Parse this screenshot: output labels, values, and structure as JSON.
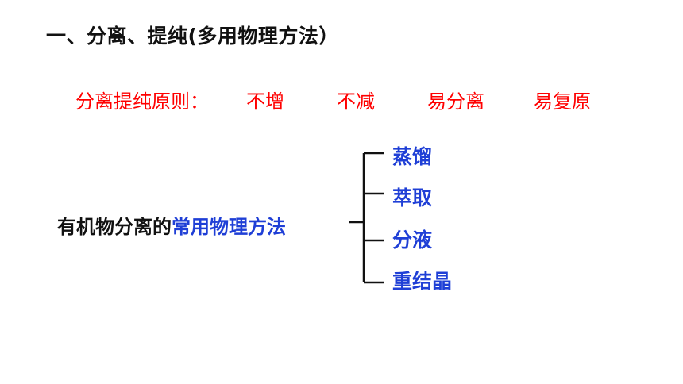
{
  "slide": {
    "title": "一、分离、提纯(多用物理方法）",
    "principles": {
      "label": "分离提纯原则：",
      "items": [
        "不增",
        "不减",
        "易分离",
        "易复原"
      ]
    },
    "center": {
      "lead": "有机物分离的",
      "accent": "常用物理方法"
    },
    "methods": [
      "蒸馏",
      "萃取",
      "分液",
      "重结晶"
    ]
  },
  "colors": {
    "principle_red": "#ff0000",
    "accent_blue": "#1f3fd6",
    "text_black": "#111111"
  }
}
